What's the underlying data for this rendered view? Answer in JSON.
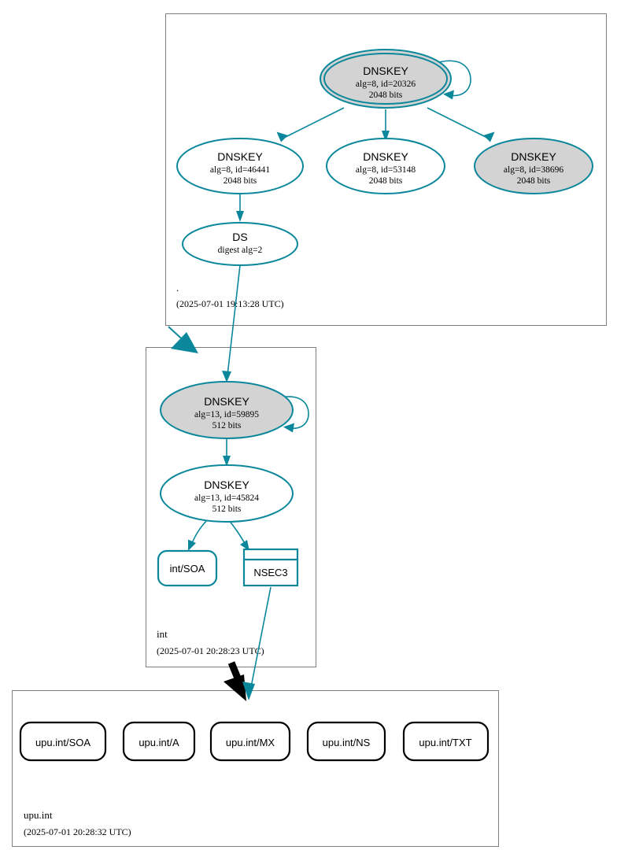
{
  "diagram": {
    "type": "dnssec-authentication-chain",
    "accent_color": "#0a879b",
    "secure_fill": "#d3d3d3",
    "insecure_fill": "#ffffff",
    "zone_border_color": "#7f7f7f",
    "delegation_color": "#000000"
  },
  "zones": [
    {
      "id": "root",
      "name": ".",
      "timestamp": "(2025-07-01 19:13:28 UTC)",
      "nodes": [
        {
          "id": "root-ksk",
          "kind": "DNSKEY",
          "title": "DNSKEY",
          "line2": "alg=8, id=20326",
          "line3": "2048 bits",
          "fill": "gray",
          "trust_anchor": true,
          "self_signed": true
        },
        {
          "id": "root-zsk-46441",
          "kind": "DNSKEY",
          "title": "DNSKEY",
          "line2": "alg=8, id=46441",
          "line3": "2048 bits",
          "fill": "white",
          "trust_anchor": false,
          "self_signed": false
        },
        {
          "id": "root-zsk-53148",
          "kind": "DNSKEY",
          "title": "DNSKEY",
          "line2": "alg=8, id=53148",
          "line3": "2048 bits",
          "fill": "white",
          "trust_anchor": false,
          "self_signed": false
        },
        {
          "id": "root-zsk-38696",
          "kind": "DNSKEY",
          "title": "DNSKEY",
          "line2": "alg=8, id=38696",
          "line3": "2048 bits",
          "fill": "gray",
          "trust_anchor": false,
          "self_signed": false
        },
        {
          "id": "root-ds",
          "kind": "DS",
          "title": "DS",
          "line2": "digest alg=2",
          "line3": "",
          "fill": "white",
          "trust_anchor": false,
          "self_signed": false
        }
      ]
    },
    {
      "id": "int",
      "name": "int",
      "timestamp": "(2025-07-01 20:28:23 UTC)",
      "nodes": [
        {
          "id": "int-ksk",
          "kind": "DNSKEY",
          "title": "DNSKEY",
          "line2": "alg=13, id=59895",
          "line3": "512 bits",
          "fill": "gray",
          "trust_anchor": false,
          "self_signed": true
        },
        {
          "id": "int-zsk",
          "kind": "DNSKEY",
          "title": "DNSKEY",
          "line2": "alg=13, id=45824",
          "line3": "512 bits",
          "fill": "white",
          "trust_anchor": false,
          "self_signed": false
        },
        {
          "id": "int-soa",
          "kind": "RRset",
          "title": "int/SOA",
          "shape": "rounded-rect",
          "stroke": "teal"
        },
        {
          "id": "int-nsec3",
          "kind": "NSEC3",
          "title": "NSEC3",
          "shape": "record-box",
          "stroke": "teal"
        }
      ]
    },
    {
      "id": "upu-int",
      "name": "upu.int",
      "timestamp": "(2025-07-01 20:28:32 UTC)",
      "nodes": [
        {
          "id": "upu-soa",
          "kind": "RRset",
          "title": "upu.int/SOA",
          "shape": "rounded-rect",
          "stroke": "black"
        },
        {
          "id": "upu-a",
          "kind": "RRset",
          "title": "upu.int/A",
          "shape": "rounded-rect",
          "stroke": "black"
        },
        {
          "id": "upu-mx",
          "kind": "RRset",
          "title": "upu.int/MX",
          "shape": "rounded-rect",
          "stroke": "black"
        },
        {
          "id": "upu-ns",
          "kind": "RRset",
          "title": "upu.int/NS",
          "shape": "rounded-rect",
          "stroke": "black"
        },
        {
          "id": "upu-txt",
          "kind": "RRset",
          "title": "upu.int/TXT",
          "shape": "rounded-rect",
          "stroke": "black"
        }
      ]
    }
  ],
  "edges": [
    {
      "from": "root-ksk",
      "to": "root-ksk",
      "style": "self-loop",
      "color": "teal"
    },
    {
      "from": "root-ksk",
      "to": "root-zsk-46441",
      "style": "signs",
      "color": "teal"
    },
    {
      "from": "root-ksk",
      "to": "root-zsk-53148",
      "style": "signs",
      "color": "teal"
    },
    {
      "from": "root-ksk",
      "to": "root-zsk-38696",
      "style": "signs",
      "color": "teal"
    },
    {
      "from": "root-zsk-46441",
      "to": "root-ds",
      "style": "signs",
      "color": "teal"
    },
    {
      "from": "root-ds",
      "to": "int-ksk",
      "style": "ds-to-dnskey",
      "color": "teal"
    },
    {
      "from": "root",
      "to": "int",
      "style": "delegation",
      "color": "teal"
    },
    {
      "from": "int-ksk",
      "to": "int-ksk",
      "style": "self-loop",
      "color": "teal"
    },
    {
      "from": "int-ksk",
      "to": "int-zsk",
      "style": "signs",
      "color": "teal"
    },
    {
      "from": "int-zsk",
      "to": "int-soa",
      "style": "signs",
      "color": "teal"
    },
    {
      "from": "int-zsk",
      "to": "int-nsec3",
      "style": "signs",
      "color": "teal"
    },
    {
      "from": "int-nsec3",
      "to": "upu-int",
      "style": "proves-nonexistence",
      "color": "teal"
    },
    {
      "from": "int",
      "to": "upu-int",
      "style": "delegation",
      "color": "black"
    }
  ]
}
